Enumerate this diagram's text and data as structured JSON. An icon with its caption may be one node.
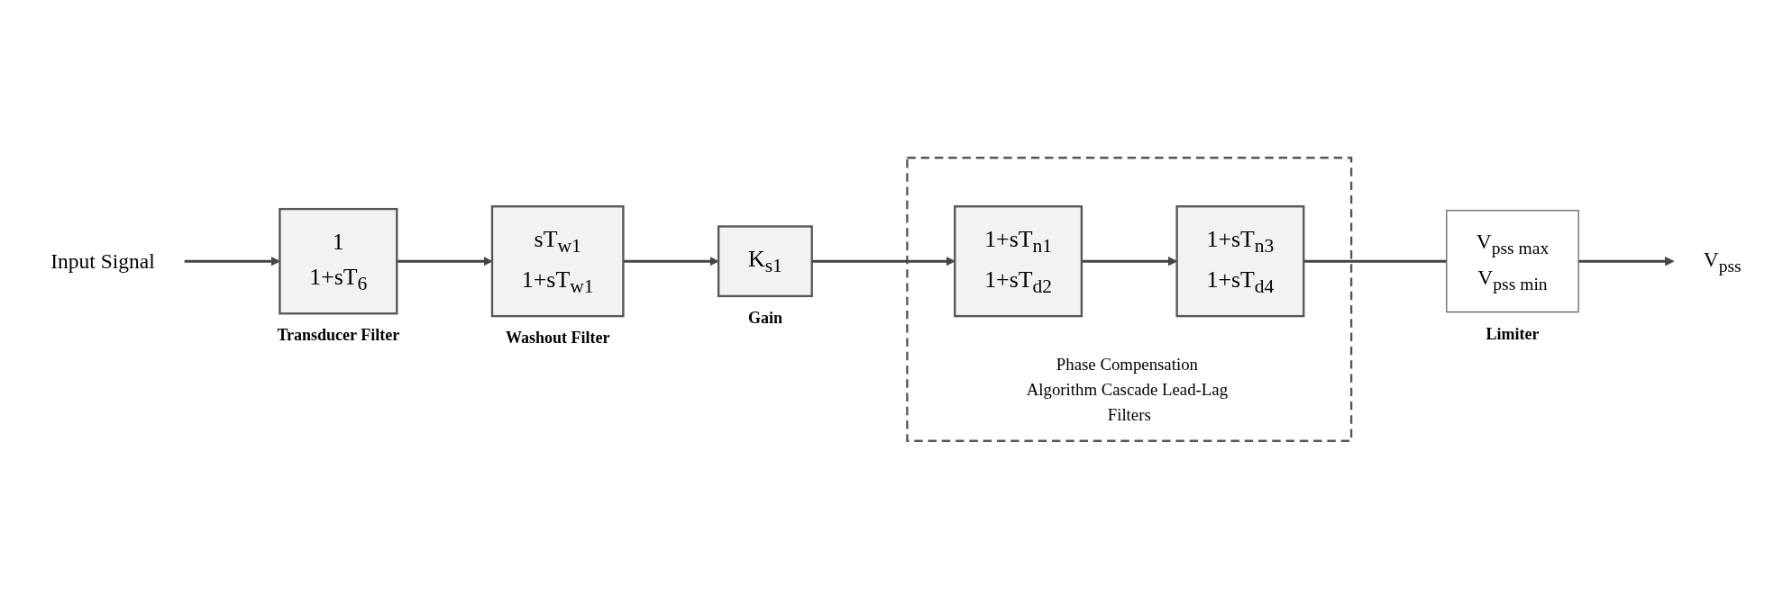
{
  "diagram": {
    "nodes": [
      {
        "text": [
          "Input Signal"
        ]
      },
      {
        "text": [
          "1",
          "1+sT$_{6}$"
        ],
        "beside": [
          "Transducer Filter"
        ]
      },
      {
        "text": [
          "sT$_{w1}$",
          "1+sT$_{w1}$"
        ],
        "beside": [
          "Washout Filter"
        ]
      },
      {
        "text": [
          "K$_{s1}$"
        ],
        "beside": [
          "Gain"
        ]
      },
      {
        "text": [
          "Phase Compensation Algorithm Cascade Lead-Lag Filters"
        ]
      },
      {
        "text": [
          "1+sT$_{n1}$",
          "1+sT$_{d2}$"
        ],
        "in": 4
      },
      {
        "text": [
          "1+sT$_{n3}$",
          "1+sT$_{d4}$"
        ],
        "in": 4
      },
      {
        "text": [
          "V$_{pss max}$",
          "V$_{pss min}$"
        ],
        "beside": [
          "Limiter"
        ]
      },
      {
        "text": [
          "V$_{pss}$"
        ]
      }
    ],
    "edges": [
      {
        "from": 0,
        "to": 1,
        "arrow": "to"
      },
      {
        "from": 1,
        "to": 2,
        "arrow": "to"
      },
      {
        "from": 2,
        "to": 3,
        "arrow": "to"
      },
      {
        "from": 3,
        "to": 5,
        "arrow": "to"
      },
      {
        "from": 5,
        "to": 6,
        "arrow": "to"
      },
      {
        "from": 6,
        "to": 7,
        "arrow": "none"
      },
      {
        "from": 7,
        "to": 8,
        "arrow": "to"
      }
    ]
  }
}
